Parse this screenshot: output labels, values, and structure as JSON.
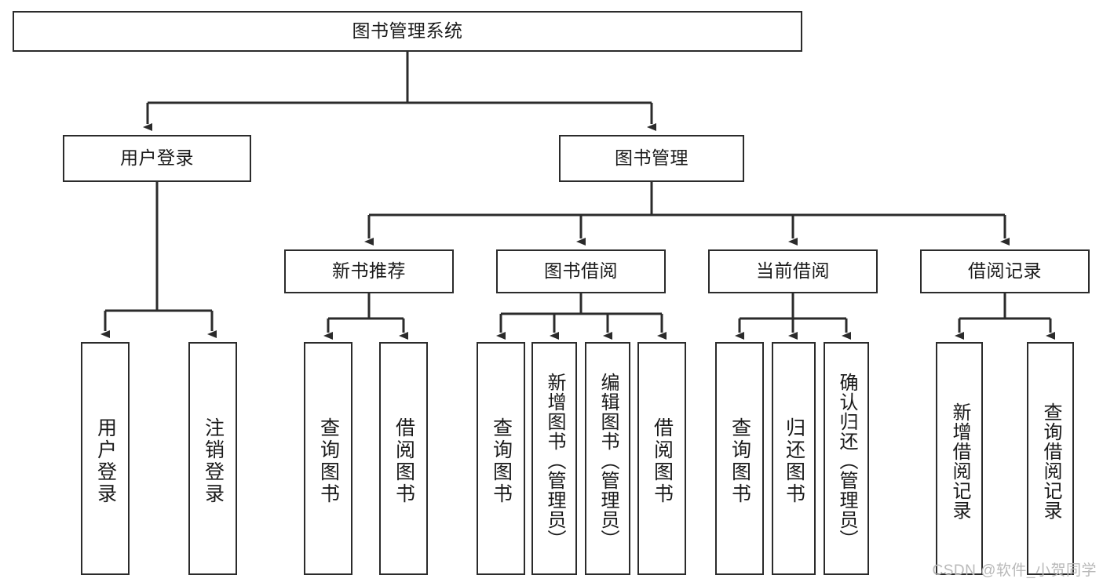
{
  "diagram": {
    "title": "图书管理系统",
    "type": "功能结构图",
    "colors": {
      "node_border": "#2b2b2b",
      "node_fill": "#ffffff",
      "edge": "#2b2b2b",
      "text": "#1a1a1a",
      "watermark": "#b9b9b9",
      "background": "#ffffff"
    },
    "root": {
      "label": "图书管理系统"
    },
    "level2": [
      {
        "label": "用户登录"
      },
      {
        "label": "图书管理"
      }
    ],
    "level3": [
      {
        "label": "新书推荐"
      },
      {
        "label": "图书借阅"
      },
      {
        "label": "当前借阅"
      },
      {
        "label": "借阅记录"
      }
    ],
    "leaves": [
      {
        "label": "用户登录",
        "parent": "用户登录"
      },
      {
        "label": "注销登录",
        "parent": "用户登录"
      },
      {
        "label": "查询图书",
        "parent": "新书推荐"
      },
      {
        "label": "借阅图书",
        "parent": "新书推荐"
      },
      {
        "label": "查询图书",
        "parent": "图书借阅"
      },
      {
        "label": "新增图书（管理员）",
        "parent": "图书借阅"
      },
      {
        "label": "编辑图书（管理员）",
        "parent": "图书借阅"
      },
      {
        "label": "借阅图书",
        "parent": "图书借阅"
      },
      {
        "label": "查询图书",
        "parent": "当前借阅"
      },
      {
        "label": "归还图书",
        "parent": "当前借阅"
      },
      {
        "label": "确认归还（管理员）",
        "parent": "当前借阅"
      },
      {
        "label": "新增借阅记录",
        "parent": "借阅记录"
      },
      {
        "label": "查询借阅记录",
        "parent": "借阅记录"
      }
    ],
    "watermark": "CSDN @软件_小贺同学"
  }
}
